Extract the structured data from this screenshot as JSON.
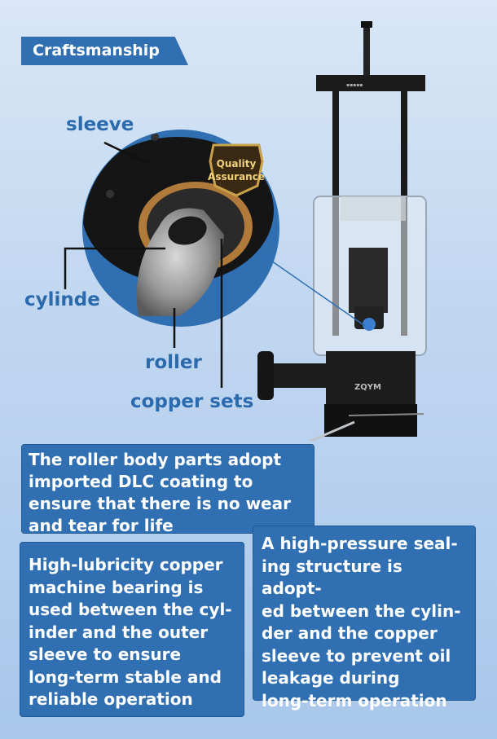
{
  "header": {
    "tag_label": "Craftsmanship"
  },
  "badge": {
    "line1": "Quality",
    "line2": "Assurance"
  },
  "callouts": {
    "sleeve": "sleeve",
    "cylinder": "cylinde",
    "roller": "roller",
    "copper_sets": "copper sets"
  },
  "boxes": {
    "dlc": "The roller body parts adopt\nimported DLC coating to\nensure that there is no wear\nand tear for life",
    "bearing": "High-lubricity copper\nmachine bearing is\nused between the cyl-\ninder and the outer\nsleeve to ensure\nlong-term stable and\nreliable operation",
    "sealing": "A high-pressure seal-\ning structure is adopt-\ned between the cylin-\nder and the copper\nsleeve to prevent oil\nleakage during\nlong-term operation"
  },
  "machine": {
    "brand": "ZQYM"
  },
  "colors": {
    "accent": "#2f6fb2",
    "label": "#2c6aae",
    "background": "#c4d9f1"
  }
}
